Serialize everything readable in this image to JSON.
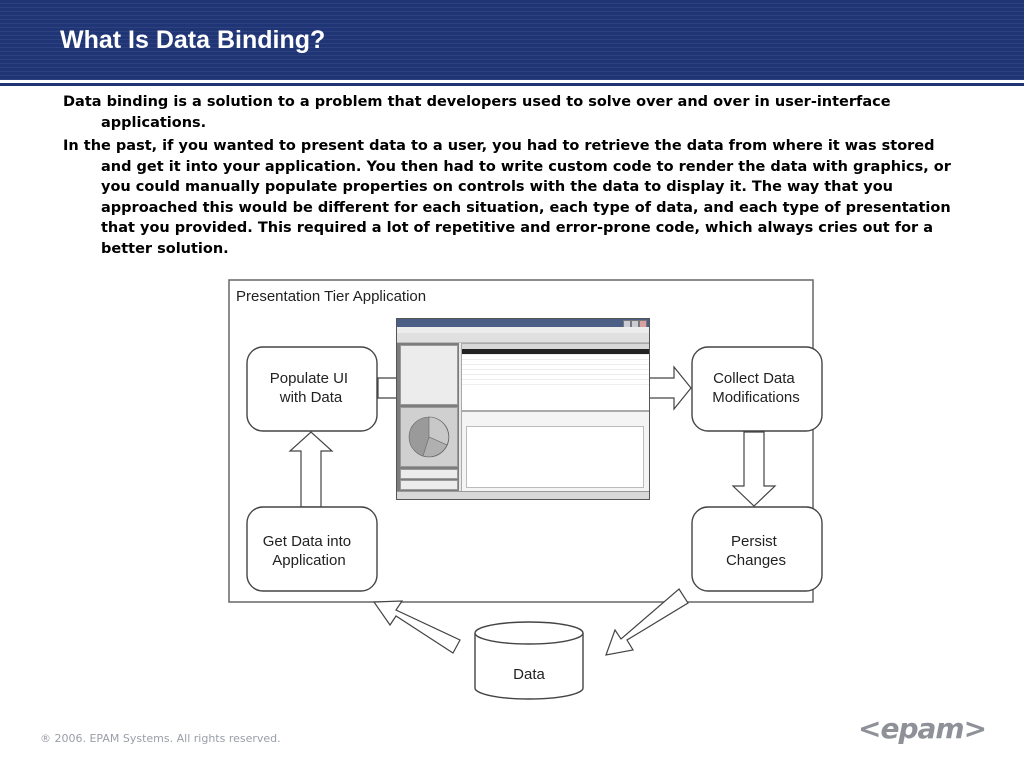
{
  "slide": {
    "title": "What Is Data Binding?",
    "paragraphs": [
      "Data binding is a solution to a problem that developers used to solve over and over in user-interface applications.",
      "In the past, if you wanted to present data to a user, you had to retrieve the data from where it was stored and get it into your application. You then had to write custom code to render the data with graphics, or you could manually populate properties on controls with the data to display it. The way that you approached this would be different for each situation, each type of data, and each type of presentation that you provided. This required a lot of repetitive and error-prone code, which always cries out for a better solution."
    ],
    "footer": "® 2006. EPAM Systems. All rights reserved.",
    "logo": "<epam>"
  },
  "diagram": {
    "container_label": "Presentation Tier Application",
    "nodes": {
      "populate": [
        "Populate UI",
        "with Data"
      ],
      "collect": [
        "Collect Data",
        "Modifications"
      ],
      "get_data": [
        "Get Data into",
        "Application"
      ],
      "persist": [
        "Persist",
        "Changes"
      ],
      "data_store": "Data"
    }
  },
  "colors": {
    "header_bg": "#1f3576",
    "title_text": "#ffffff",
    "footer_text": "#9a9ea6"
  }
}
